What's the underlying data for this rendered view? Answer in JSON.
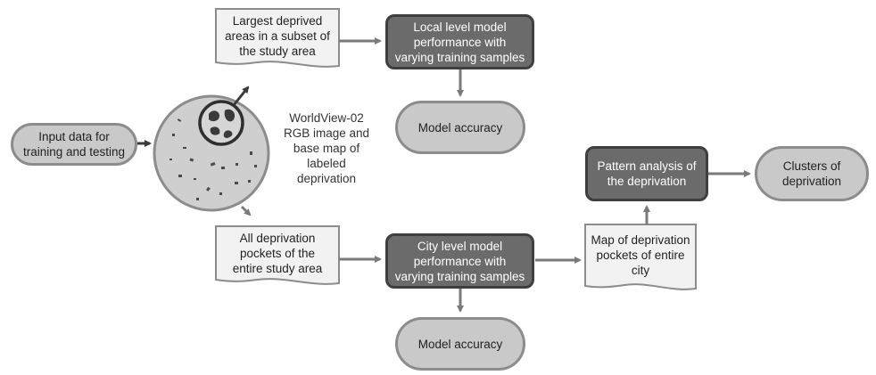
{
  "nodes": {
    "input": "Input data for\ntraining and testing",
    "largest_areas": "Largest deprived\nareas in a subset of\nthe study area",
    "local_model": "Local level model\nperformance with\nvarying training samples",
    "model_accuracy_top": "Model accuracy",
    "worldview_label": "WorldView-02\nRGB image and\nbase map of\nlabeled\ndeprivation",
    "all_pockets": "All deprivation\npockets of the\nentire study area",
    "city_model": "City level model\nperformance with\nvarying training samples",
    "model_accuracy_bottom": "Model accuracy",
    "map_pockets": "Map of deprivation\npockets of entire\ncity",
    "pattern_analysis": "Pattern analysis of\nthe deprivation",
    "clusters": "Clusters of\ndeprivation"
  },
  "colors": {
    "pill_fill": "#c9c9c9",
    "pill_border": "#8c8c8c",
    "dark_fill": "#6b6b6b",
    "dark_border": "#3f3f3f",
    "arrow": "#7a7a7a",
    "circle_fill": "#cfcfcf",
    "circle_border": "#8c8c8c"
  }
}
